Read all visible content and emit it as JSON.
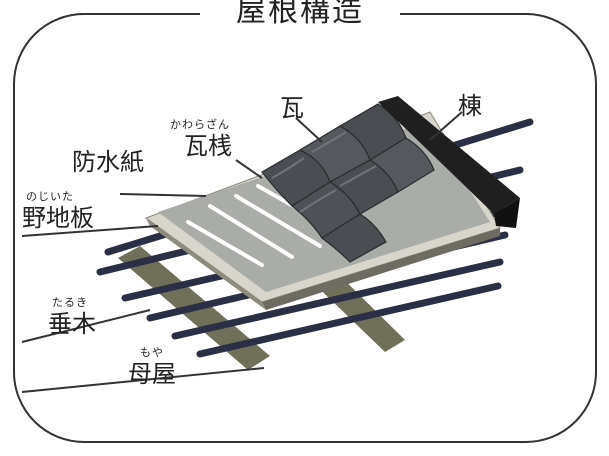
{
  "title": "屋根構造",
  "labels": {
    "ridge": "棟",
    "tile": "瓦",
    "batten": "瓦桟",
    "batten_ruby": "かわらざん",
    "waterproof": "防水紙",
    "sheathing": "野地板",
    "sheathing_ruby": "のじいた",
    "rafter": "垂木",
    "rafter_ruby": "たるき",
    "purlin": "母屋",
    "purlin_ruby": "もや"
  },
  "colors": {
    "frame": "#333333",
    "tile": "#4a4d52",
    "tile_light": "#707479",
    "ridge": "#1f1f1f",
    "paper": "#a9aca7",
    "board_edge": "#d8d6cc",
    "board_side": "#6e6b62",
    "rafter": "#2a2f45",
    "purlin": "#6f6f5a"
  }
}
